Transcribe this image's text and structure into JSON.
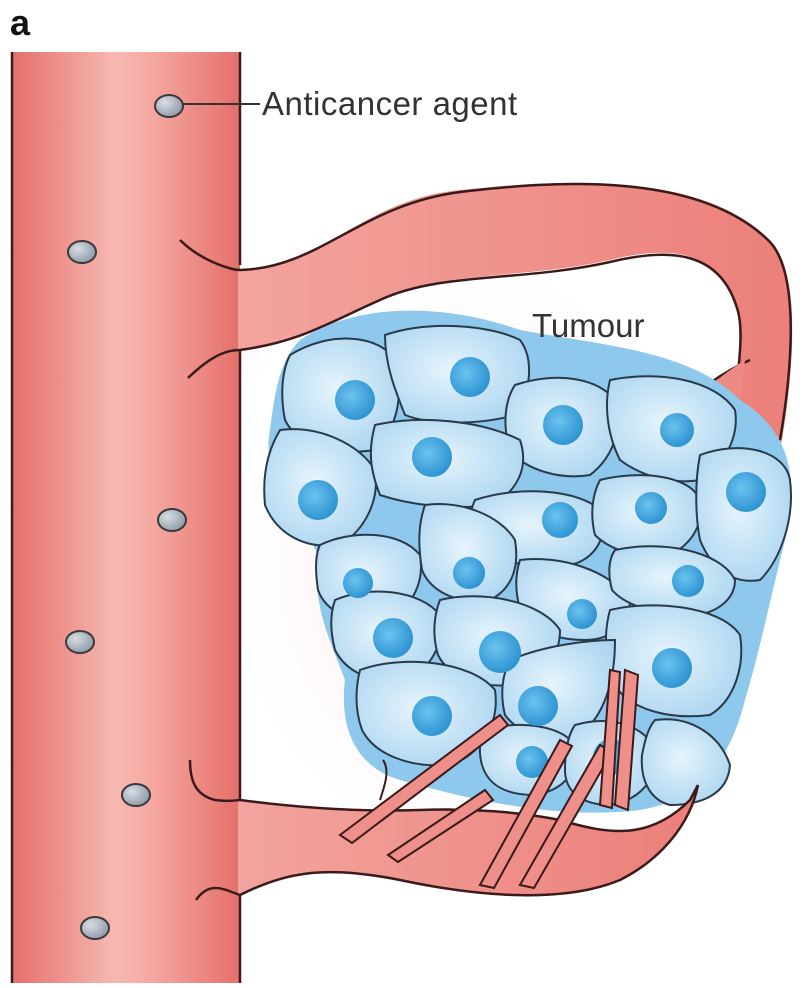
{
  "panel": {
    "letter": "a"
  },
  "labels": {
    "anticancer_agent": "Anticancer agent",
    "tumour": "Tumour"
  },
  "colors": {
    "vessel": "#ee8882",
    "vessel_highlight": "#f7b8b2",
    "vessel_outline": "#3a1a1a",
    "tumour_halo": "#8ec8ec",
    "cell_fill": "#cfe8f7",
    "nucleus": "#3fa8e0",
    "particle": "#a9b4bf"
  }
}
